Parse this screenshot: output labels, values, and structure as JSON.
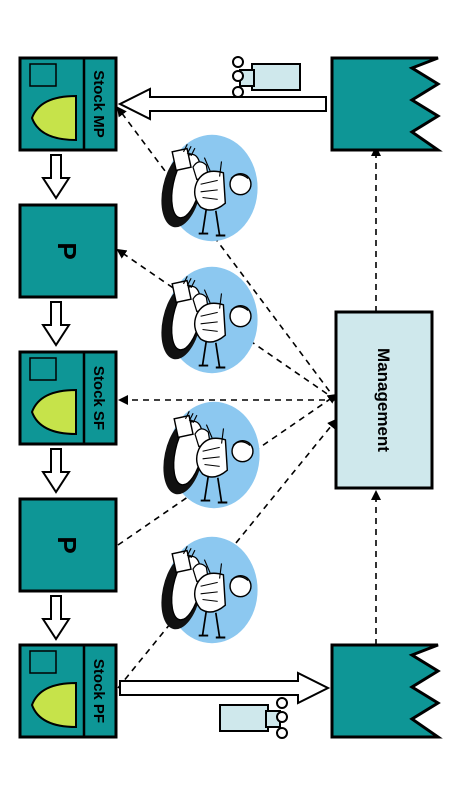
{
  "colors": {
    "teal": "#0e9696",
    "management_fill": "#cfe8ec",
    "worker_blue": "#8cc8f0",
    "inventory_yellow": "#c6e34a",
    "stroke": "#000000"
  },
  "stations": [
    {
      "type": "stock",
      "label": "Stock MP"
    },
    {
      "type": "process",
      "label": "P"
    },
    {
      "type": "stock",
      "label": "Stock SF"
    },
    {
      "type": "process",
      "label": "P"
    },
    {
      "type": "stock",
      "label": "Stock PF"
    }
  ],
  "management": {
    "label": "Management"
  },
  "factories": [
    {
      "role": "supplier",
      "icon": "supplier-factory-icon"
    },
    {
      "role": "customer",
      "icon": "customer-factory-icon"
    }
  ],
  "transport": [
    {
      "role": "inbound",
      "icon": "inbound-truck-icon"
    },
    {
      "role": "outbound",
      "icon": "outbound-truck-icon"
    }
  ],
  "workers": [
    {
      "icon": "worker-icon"
    },
    {
      "icon": "worker-icon"
    },
    {
      "icon": "worker-icon"
    },
    {
      "icon": "worker-icon"
    }
  ]
}
